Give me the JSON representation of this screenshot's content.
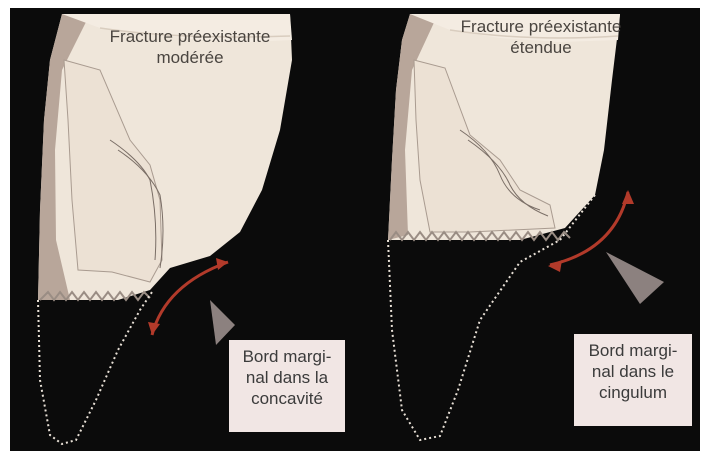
{
  "panels": [
    {
      "title_line1": "Fracture préexistante",
      "title_line2": "modérée",
      "callout_lines": [
        "Bord margi-",
        "nal dans la",
        "concavité"
      ]
    },
    {
      "title_line1": "Fracture préexistante",
      "title_line2": "étendue",
      "callout_lines": [
        "Bord margi-",
        "nal dans le",
        "cingulum"
      ]
    }
  ],
  "colors": {
    "background": "#0b0b0b",
    "tooth": "#efe6da",
    "tooth_shadow": "#b8a69a",
    "arrow": "#b23a2a",
    "cavity_arrow": "#8c817f",
    "callout_bg": "#f1e6e4"
  }
}
